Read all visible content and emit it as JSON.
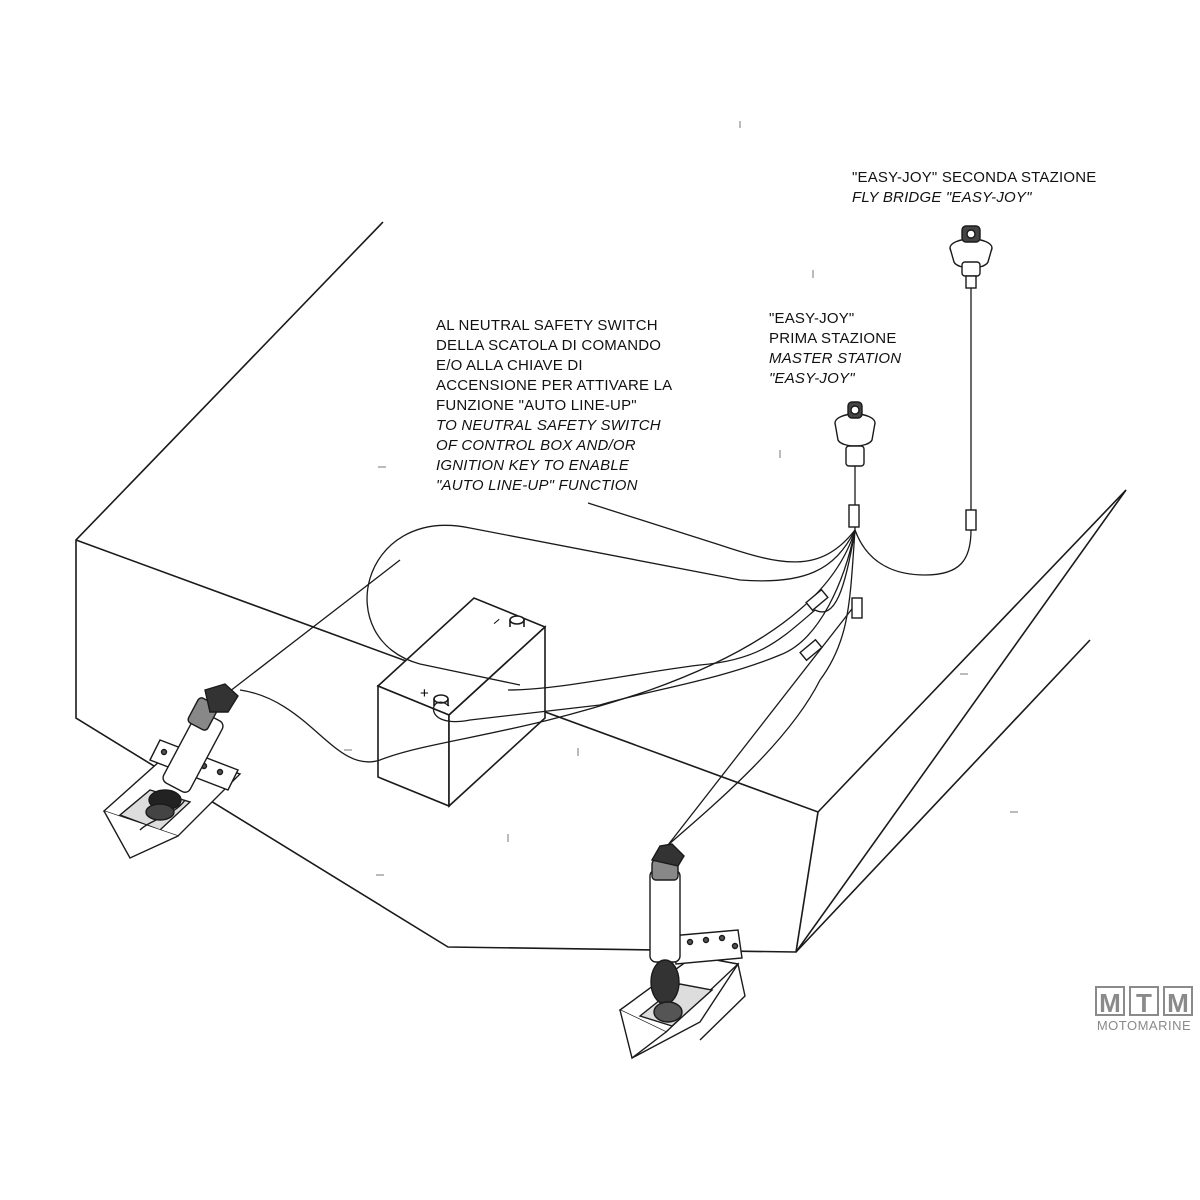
{
  "labels": {
    "second_station": {
      "line1": "\"EASY-JOY\" SECONDA STAZIONE",
      "line2": "FLY BRIDGE \"EASY-JOY\""
    },
    "master_station": {
      "line1": "\"EASY-JOY\"",
      "line2": "PRIMA STAZIONE",
      "line3": "MASTER STATION",
      "line4": "\"EASY-JOY\""
    },
    "neutral_switch": {
      "it1": "AL NEUTRAL SAFETY SWITCH",
      "it2": "DELLA SCATOLA DI COMANDO",
      "it3": "E/O ALLA CHIAVE DI",
      "it4": "ACCENSIONE PER ATTIVARE LA",
      "it5": "FUNZIONE \"AUTO LINE-UP\"",
      "en1": "TO NEUTRAL SAFETY SWITCH",
      "en2": "OF CONTROL BOX AND/OR",
      "en3": "IGNITION KEY TO ENABLE",
      "en4": "\"AUTO LINE-UP\" FUNCTION"
    }
  },
  "battery": {
    "minus_symbol": "−",
    "plus_symbol": "+"
  },
  "logo": {
    "letter1": "M",
    "letter2": "T",
    "letter3": "M",
    "subtitle": "MOTOMARINE"
  },
  "colors": {
    "line": "#1a1a1a",
    "logo": "#8a8a8a"
  }
}
